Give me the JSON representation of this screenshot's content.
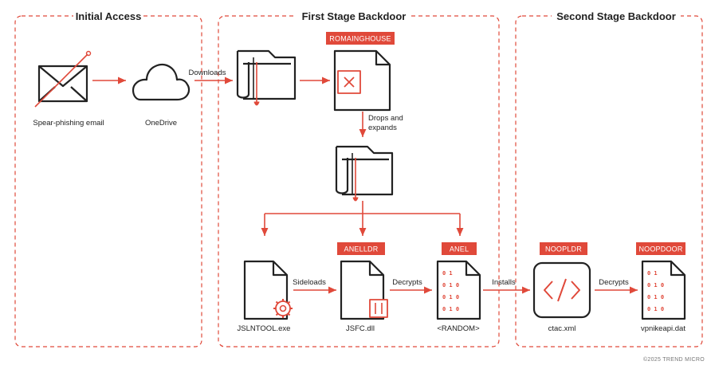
{
  "colors": {
    "accent": "#e0493a",
    "ink": "#222222",
    "footer": "#777777"
  },
  "stages": {
    "initial_access": "Initial Access",
    "first_stage": "First Stage Backdoor",
    "second_stage": "Second Stage Backdoor"
  },
  "badges": {
    "romainghouse": "ROMAINGHOUSE",
    "anelldr": "ANELLDR",
    "anel": "ANEL",
    "noopldr": "NOOPLDR",
    "noopdoor": "NOOPDOOR"
  },
  "nodes": {
    "email": "Spear-phishing email",
    "onedrive": "OneDrive",
    "jslntool": "JSLNTOOL.exe",
    "jsfc": "JSFC.dll",
    "random": "<RANDOM>",
    "ctac": "ctac.xml",
    "vpnike": "vpnikeapi.dat"
  },
  "edges": {
    "downloads": "Downloads",
    "drops_1": "Drops and",
    "drops_2": "expands",
    "sideloads": "Sideloads",
    "decrypts_1": "Decrypts",
    "installs": "Installs",
    "decrypts_2": "Decrypts"
  },
  "icons": {
    "email": "envelope-icon",
    "onedrive": "cloud-icon",
    "archive": "folder-archive-icon",
    "romainghouse": "document-x-icon",
    "jslntool": "document-gear-icon",
    "jsfc": "document-dll-icon",
    "random": "document-binary-icon",
    "ctac": "code-icon",
    "vpnike": "document-binary-icon"
  },
  "footer": "©2025 TREND MICRO"
}
